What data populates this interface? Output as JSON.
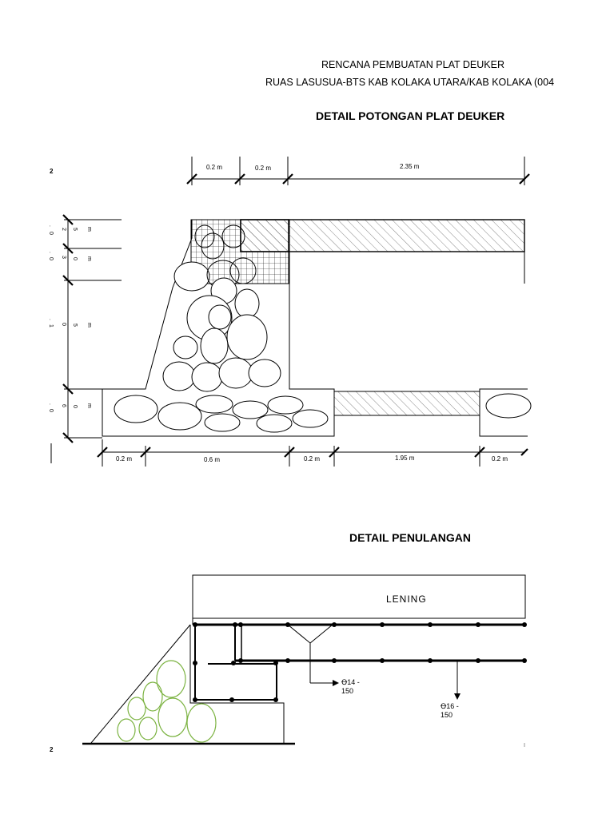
{
  "header": {
    "line1": "RENCANA PEMBUATAN PLAT DEUKER",
    "line2": "RUAS LASUSUA-BTS KAB KOLAKA UTARA/KAB KOLAKA (004"
  },
  "section1": {
    "title": "DETAIL POTONGAN PLAT DEUKER",
    "page_marker": "2",
    "dim_top": [
      "0.2 m",
      "0.2 m",
      "2.35 m"
    ],
    "dim_bottom": [
      "0.2 m",
      "0.6 m",
      "0.2 m",
      "1.95 m",
      "0.2 m"
    ],
    "dim_left": [
      {
        "digits": [
          "0",
          ".",
          "2",
          "5"
        ],
        "unit": "m"
      },
      {
        "digits": [
          "0",
          ".",
          "3",
          "0"
        ],
        "unit": "m"
      },
      {
        "digits": [
          "1",
          ".",
          "0",
          "5"
        ],
        "unit": "m"
      },
      {
        "digits": [
          "0",
          ".",
          "6",
          "0"
        ],
        "unit": "m"
      }
    ]
  },
  "section2": {
    "title": "DETAIL PENULANGAN",
    "page_marker": "2",
    "lening_label": "LENING",
    "rebar_callout_1": [
      "Ꝋ14 -",
      "150"
    ],
    "rebar_callout_2": [
      "Ꝋ16 -",
      "150"
    ]
  },
  "colors": {
    "line": "#000000",
    "hatch": "#6a6a6a",
    "stone_green": "#7cb342"
  }
}
